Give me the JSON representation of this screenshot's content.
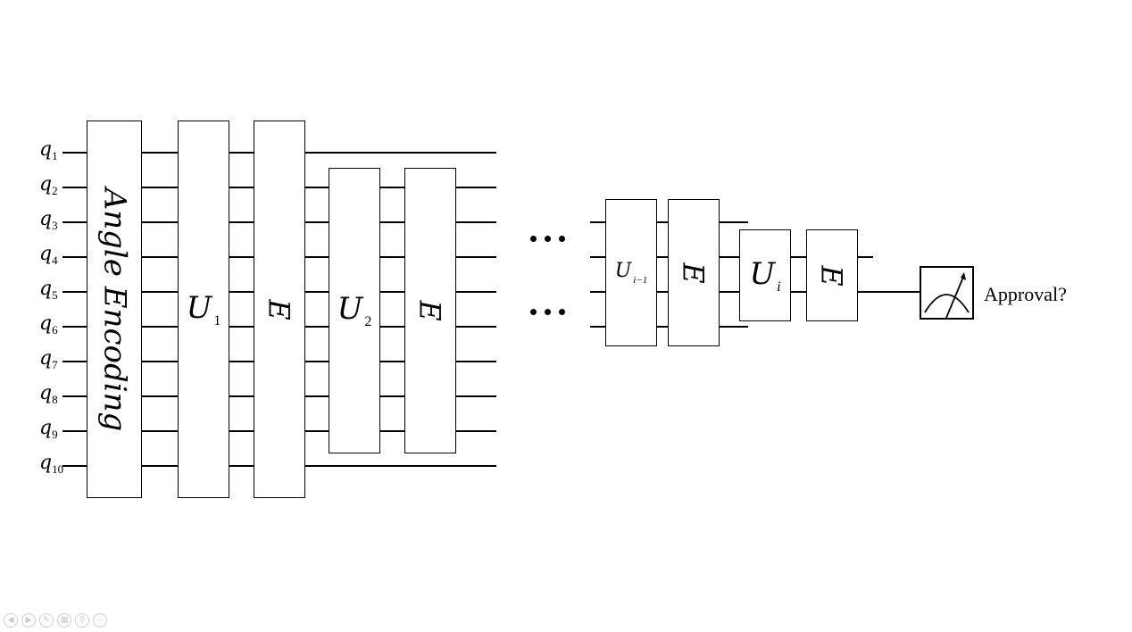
{
  "diagram": {
    "qubits": [
      {
        "label": "q",
        "index": "1"
      },
      {
        "label": "q",
        "index": "2"
      },
      {
        "label": "q",
        "index": "3"
      },
      {
        "label": "q",
        "index": "4"
      },
      {
        "label": "q",
        "index": "5"
      },
      {
        "label": "q",
        "index": "6"
      },
      {
        "label": "q",
        "index": "7"
      },
      {
        "label": "q",
        "index": "8"
      },
      {
        "label": "q",
        "index": "9"
      },
      {
        "label": "q",
        "index": "10"
      }
    ],
    "encoding_label": "Angle Encoding",
    "gates": {
      "u1": {
        "symbol": "U",
        "sub": "1"
      },
      "e": "E",
      "u2": {
        "symbol": "U",
        "sub": "2"
      },
      "u_i_minus_1": {
        "symbol": "U",
        "sub": "i−1"
      },
      "u_i": {
        "symbol": "U",
        "sub": "i"
      }
    },
    "measurement_label": "Approval?"
  },
  "toolbar": {
    "icons": [
      "prev-icon",
      "next-icon",
      "pen-icon",
      "slides-icon",
      "zoom-icon",
      "more-icon"
    ]
  }
}
